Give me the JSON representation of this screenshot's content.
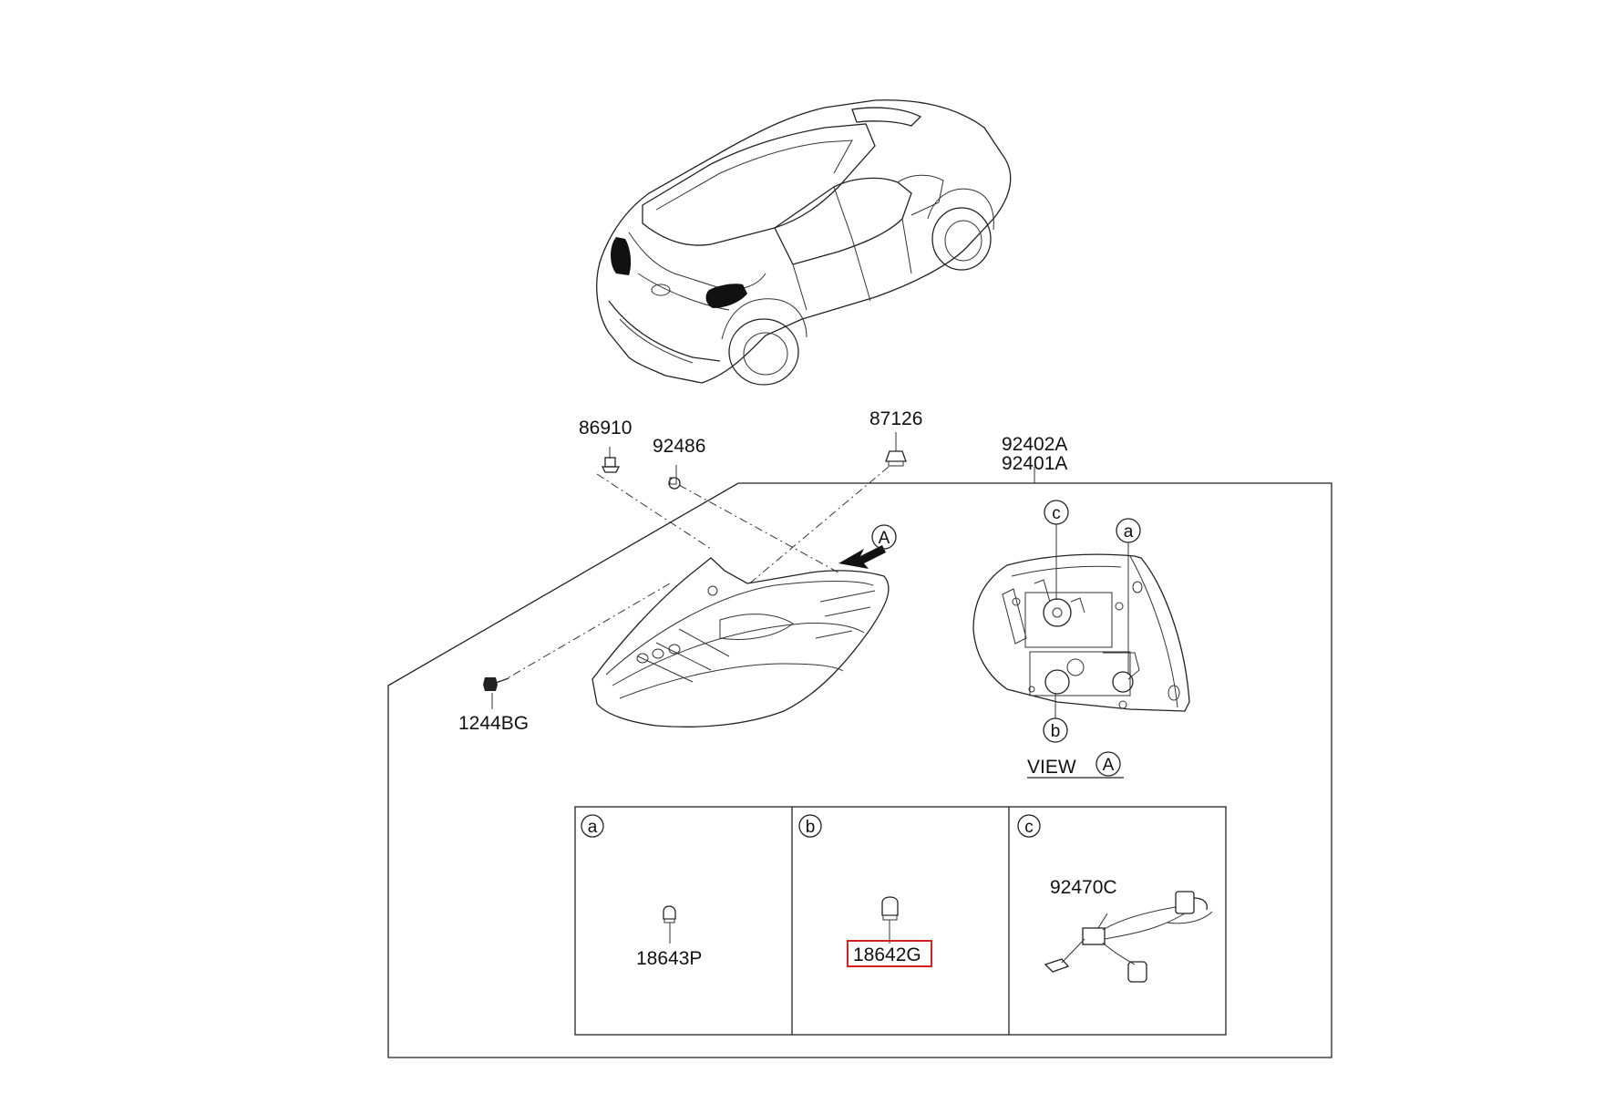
{
  "parts": {
    "p86910": "86910",
    "p92486": "92486",
    "p87126": "87126",
    "p92402a": "92402A",
    "p92401a": "92401A",
    "p1244bg": "1244BG",
    "p18643p": "18643P",
    "p18642g": "18642G",
    "p92470c": "92470C"
  },
  "callouts": {
    "view_marker": "A",
    "a": "a",
    "b": "b",
    "c": "c"
  },
  "view_label": {
    "word": "VIEW",
    "letter": "A"
  },
  "panels": {
    "a": "a",
    "b": "b",
    "c": "c"
  },
  "colors": {
    "line": "#222222",
    "highlight": "#d42020",
    "lamp_fill": "#111111"
  },
  "highlighted_part": "18642G"
}
